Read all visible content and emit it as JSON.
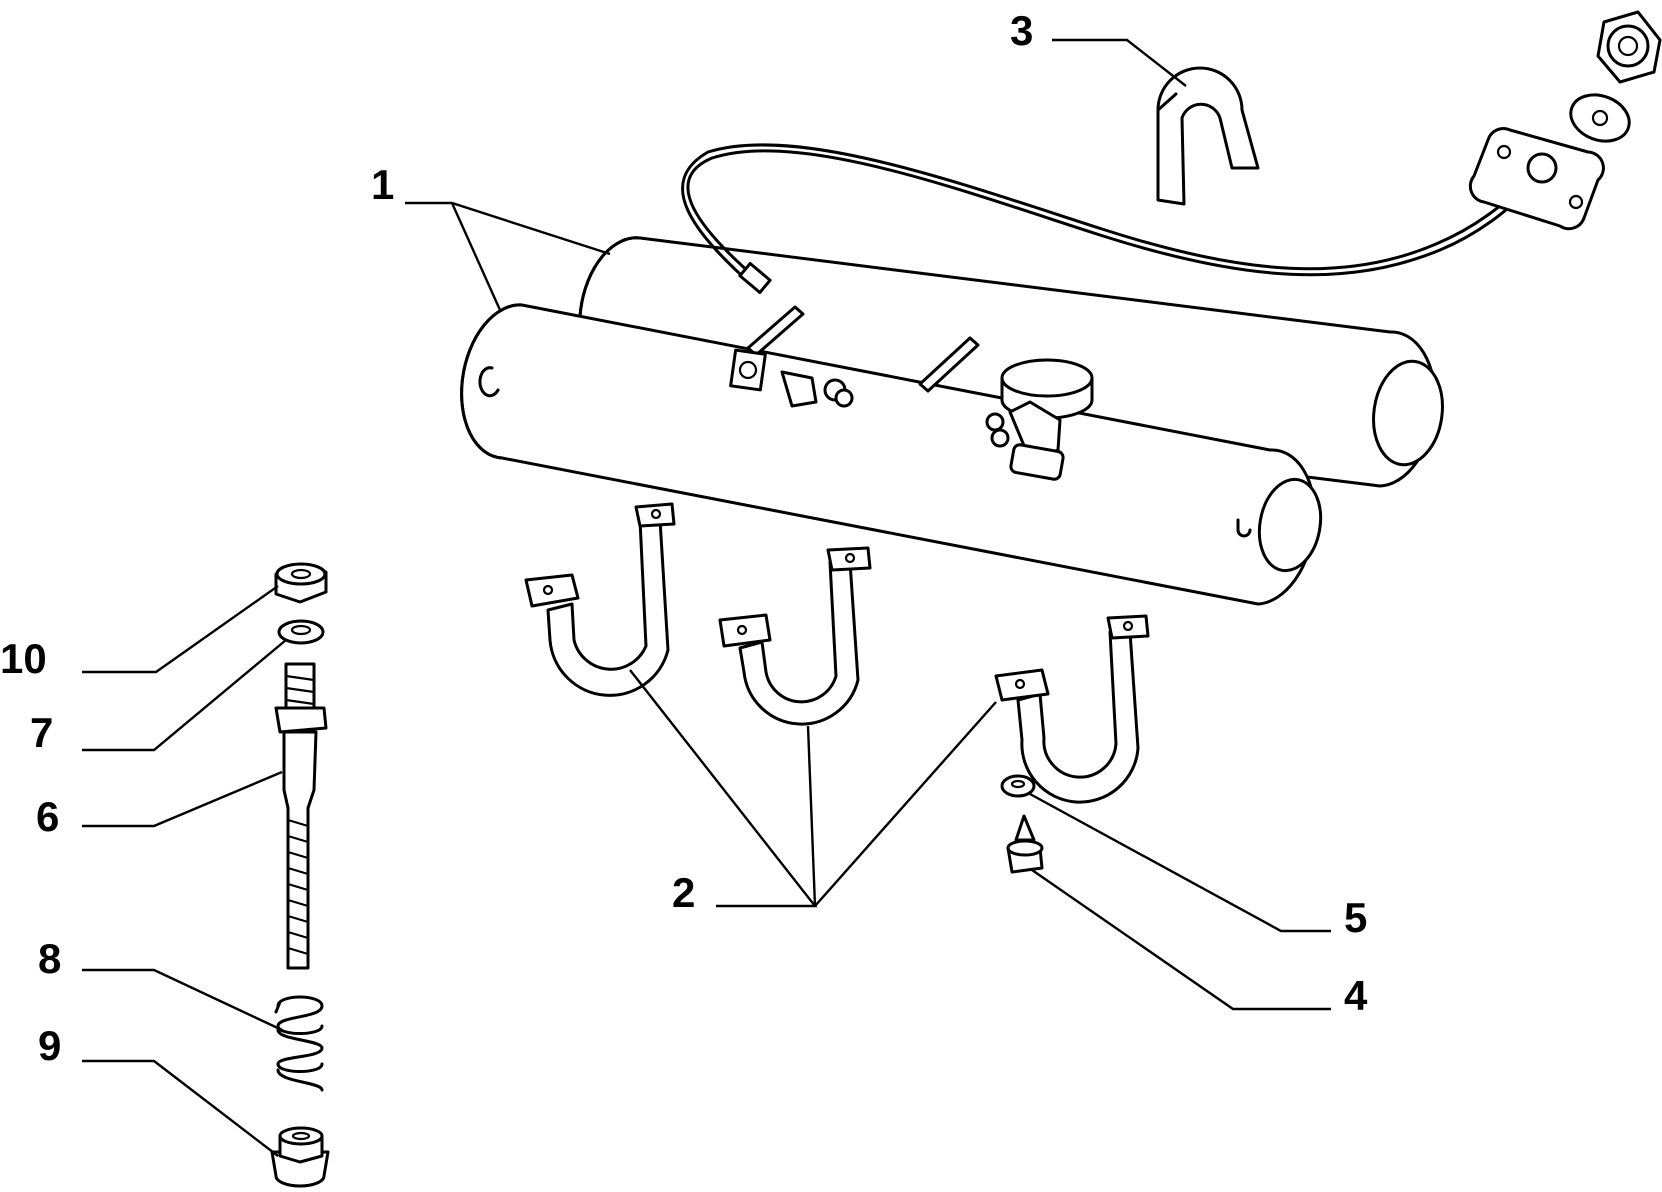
{
  "diagram": {
    "callouts": [
      {
        "id": "1",
        "label": "1"
      },
      {
        "id": "2",
        "label": "2"
      },
      {
        "id": "3",
        "label": "3"
      },
      {
        "id": "4",
        "label": "4"
      },
      {
        "id": "5",
        "label": "5"
      },
      {
        "id": "6",
        "label": "6"
      },
      {
        "id": "7",
        "label": "7"
      },
      {
        "id": "8",
        "label": "8"
      },
      {
        "id": "9",
        "label": "9"
      },
      {
        "id": "10",
        "label": "10"
      }
    ],
    "parts": [
      "lpg-tank-pair",
      "mounting-strap",
      "u-clip",
      "self-tapping-screw",
      "washer",
      "threaded-stud",
      "stud-washer",
      "spring",
      "flange-nut",
      "hex-nut",
      "vent-pipe"
    ]
  }
}
